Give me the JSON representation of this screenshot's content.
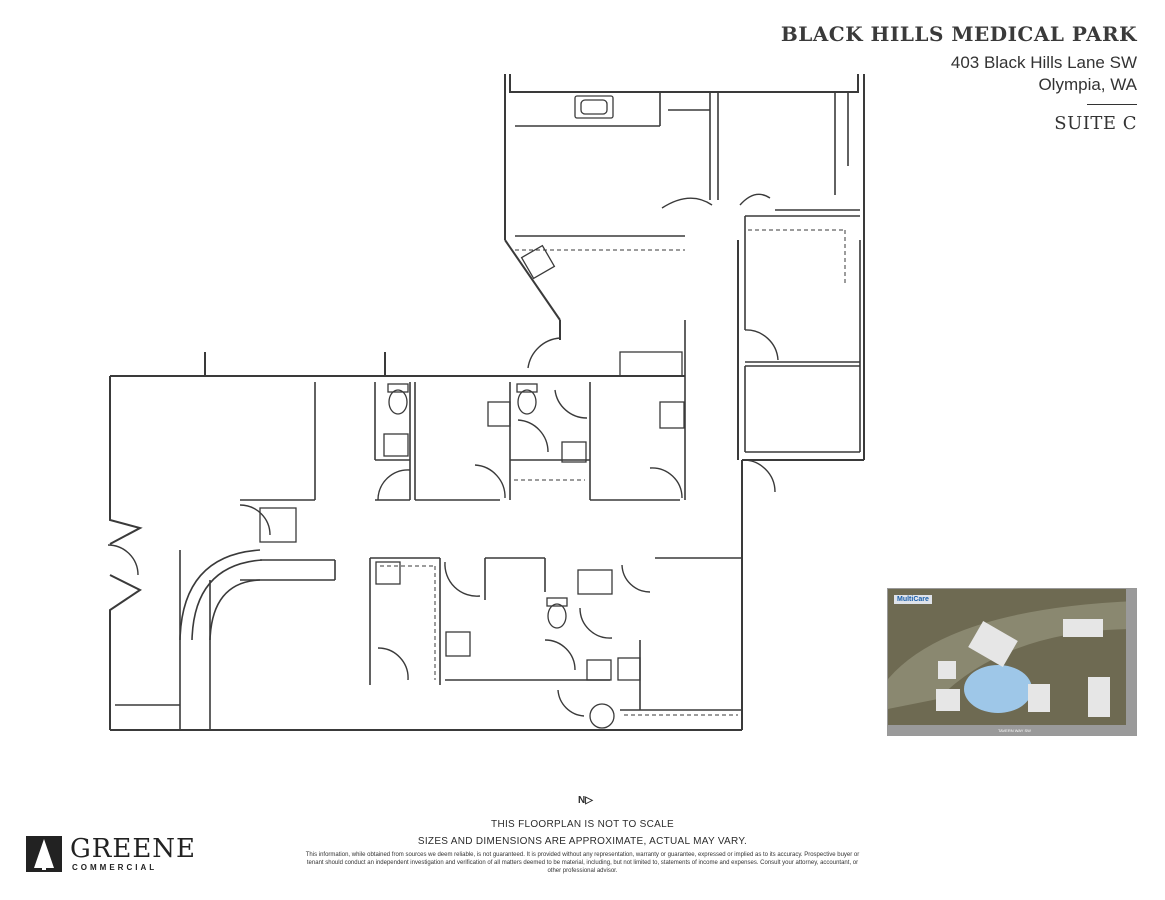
{
  "header": {
    "title": "BLACK HILLS MEDICAL PARK",
    "address_line1": "403 Black Hills Lane SW",
    "address_line2": "Olympia, WA",
    "suite": "SUITE C"
  },
  "north_label": "N",
  "notes": {
    "line1": "THIS FLOORPLAN IS NOT TO SCALE",
    "line2": "SIZES AND DIMENSIONS ARE APPROXIMATE, ACTUAL MAY VARY.",
    "disclaimer": "This information, while obtained from sources we deem reliable, is not guaranteed. It is provided without any representation, warranty or guarantee, expressed or implied as to its accuracy. Prospective buyer or tenant should conduct an independent investigation and verification of all matters deemed to be material, including, but not limited to, statements of income and expenses. Consult your attorney, accountant, or other professional advisor."
  },
  "logo": {
    "name": "GREENE",
    "sub": "COMMERCIAL"
  },
  "site_map": {
    "brand": "MultiCare",
    "street": "TAVERN WAY SW"
  },
  "colors": {
    "wall": "#3a3a3a",
    "map_bg": "#6e6a52",
    "pond": "#9ec7e8"
  }
}
